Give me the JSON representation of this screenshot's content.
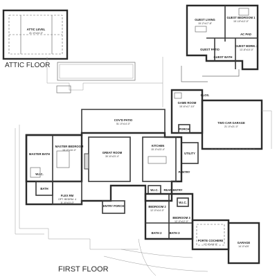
{
  "floors": {
    "attic": "ATTIC FLOOR",
    "first": "FIRST FLOOR"
  },
  "rooms": {
    "attic_level": {
      "name": "ATTIC LEVEL",
      "dim": "21'-0\"x24'-0\""
    },
    "guest_living": {
      "name": "GUEST LIVING",
      "dim": "15'-2\"x17'-8\""
    },
    "guest_bedroom_1": {
      "name": "GUEST BEDROOM 1",
      "dim": "15'-10\"x12'-0\""
    },
    "ac_pad": {
      "name": "AC PAD",
      "dim": ""
    },
    "guest_bdrm_2": {
      "name": "GUEST BDRM. 2",
      "dim": "13'-8\"x10'-0\""
    },
    "guest_patio": {
      "name": "GUEST PATIO",
      "dim": ""
    },
    "guest_bath": {
      "name": "GUEST BATH",
      "dim": ""
    },
    "game_room": {
      "name": "GAME ROOM",
      "dim": "15'-6\"x17'-10\""
    },
    "covd_patio": {
      "name": "COV'D PATIO",
      "dim": "51'-0\"x14'-0\""
    },
    "two_car_garage": {
      "name": "TWO CAR GARAGE",
      "dim": "21'-0\"x21'-0\""
    },
    "porch": {
      "name": "PORCH",
      "dim": ""
    },
    "master_bedroom": {
      "name": "MASTER BEDROOM",
      "dim": "16'-0\"x16'-0\""
    },
    "master_bath": {
      "name": "MASTER BATH",
      "dim": ""
    },
    "great_room": {
      "name": "GREAT ROOM",
      "dim": "30'-6\"x23'-4\""
    },
    "kitchen": {
      "name": "KITCHEN",
      "dim": "15'-0\"x23'-4\""
    },
    "utility": {
      "name": "UTILITY",
      "dim": ""
    },
    "wlc_master": {
      "name": "W.I.C.",
      "dim": ""
    },
    "flex_rm": {
      "name": "FLEX RM",
      "dim": "OPT. BEDRM. 4",
      "dim2": "11'-6\"x10'-0\""
    },
    "bath_flex": {
      "name": "BATH",
      "dim": ""
    },
    "wlc_2": {
      "name": "W.I.C.",
      "dim": ""
    },
    "rear_entry": {
      "name": "REAR ENTRY",
      "dim": ""
    },
    "pantry": {
      "name": "PANTRY",
      "dim": ""
    },
    "entry_porch": {
      "name": "ENTRY PORCH",
      "dim": ""
    },
    "bedroom_2": {
      "name": "BEDROOM 2",
      "dim": "12'-0\"x14'-0\""
    },
    "wlc_3": {
      "name": "W.I.C.",
      "dim": ""
    },
    "bedroom_3": {
      "name": "BEDROOM 3",
      "dim": "12'-0\"x12'-0\""
    },
    "bath_2": {
      "name": "BATH 2",
      "dim": ""
    },
    "bath_3": {
      "name": "BATH 3",
      "dim": ""
    },
    "porte_cochere": {
      "name": "PORTE COCHERE",
      "dim": "17'-0\"x16'-0\""
    },
    "garage": {
      "name": "GARAGE",
      "dim": "14'-0\"x20'"
    },
    "closet": {
      "name": "CLOS.",
      "dim": ""
    }
  }
}
